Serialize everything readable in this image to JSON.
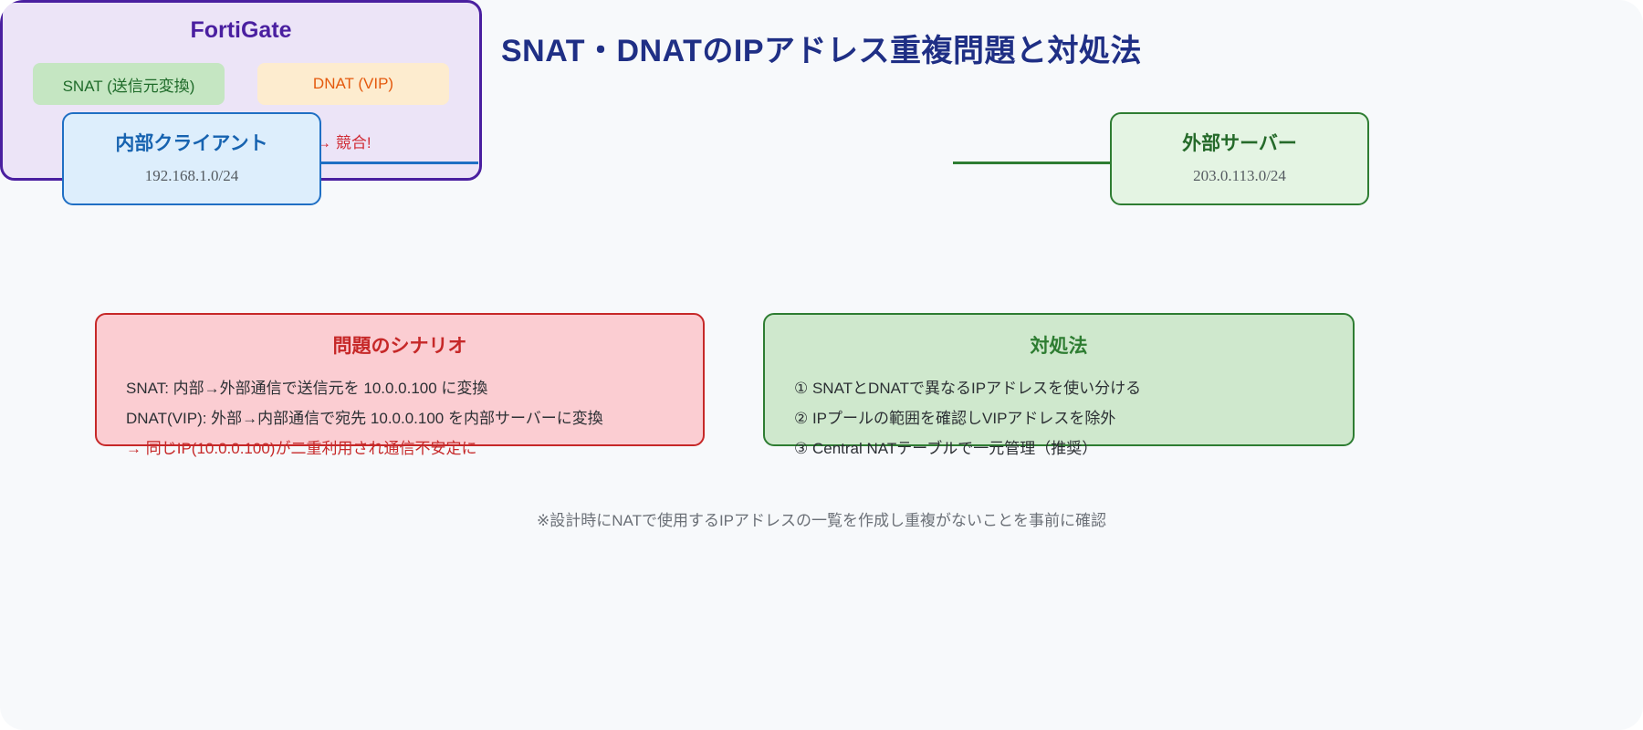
{
  "title": "SNAT・DNATのIPアドレス重複問題と対処法",
  "nodes": {
    "client": {
      "label": "内部クライアント",
      "subnet": "192.168.1.0/24",
      "accent": "#1f6fc4"
    },
    "server": {
      "label": "外部サーバー",
      "subnet": "203.0.113.0/24",
      "accent": "#2e7d32"
    },
    "fortigate": {
      "label": "FortiGate",
      "accent": "#4a1fa0",
      "badges": [
        {
          "label": "SNAT (送信元変換)",
          "color": "#1f6b2a",
          "background": "#c5e6c2"
        },
        {
          "label": "DNAT (VIP)",
          "color": "#e4590d",
          "background": "#fdeccf"
        }
      ],
      "conflict_note": "両方が同じIPアドレスを使用 → 競合!",
      "conflict_color": "#d02b35"
    }
  },
  "links": [
    {
      "name": "client-to-fortigate",
      "color": "#1f6fc4"
    },
    {
      "name": "fortigate-to-server",
      "color": "#2e7d32"
    }
  ],
  "panels": {
    "problem": {
      "title": "問題のシナリオ",
      "accent": "#c62828",
      "lines": [
        "SNAT: 内部→外部通信で送信元を 10.0.0.100 に変換",
        "DNAT(VIP): 外部→内部通信で宛先 10.0.0.100 を内部サーバーに変換",
        "→ 同じIP(10.0.0.100)が二重利用され通信不安定に"
      ]
    },
    "solution": {
      "title": "対処法",
      "accent": "#2e7d32",
      "lines": [
        "① SNATとDNATで異なるIPアドレスを使い分ける",
        "② IPプールの範囲を確認しVIPアドレスを除外",
        "③ Central NATテーブルで一元管理（推奨）"
      ]
    }
  },
  "footer_note": "※設計時にNATで使用するIPアドレスの一覧を作成し重複がないことを事前に確認"
}
